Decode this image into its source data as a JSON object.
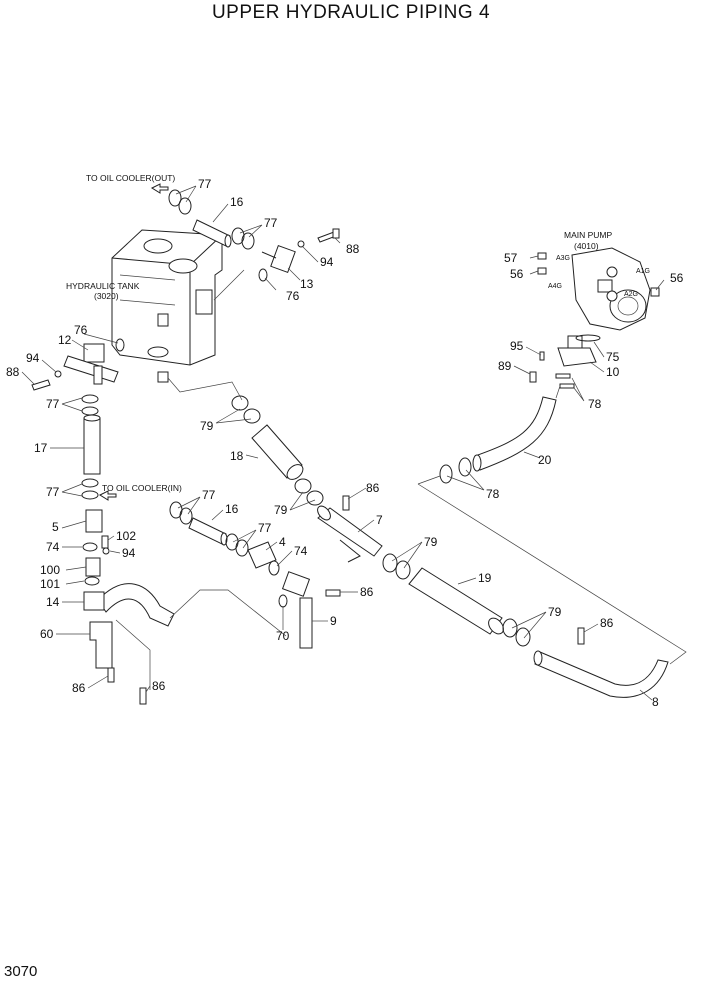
{
  "title": "UPPER HYDRAULIC PIPING 4",
  "page_number": "3070",
  "notes": {
    "to_oil_cooler_out": "TO OIL COOLER(OUT)",
    "to_oil_cooler_in": "TO OIL COOLER(IN)",
    "hydraulic_tank": "HYDRAULIC TANK",
    "hydraulic_tank_code": "(3020)",
    "main_pump": "MAIN PUMP",
    "main_pump_code": "(4010)"
  },
  "port_labels": {
    "a3g": "A3G",
    "a4g": "A4G",
    "a1g": "A1G",
    "a2g": "A2G"
  },
  "callouts": {
    "c77a": "77",
    "c16a": "16",
    "c77b": "77",
    "c88a": "88",
    "c94a": "94",
    "c13": "13",
    "c76a": "76",
    "c76b": "76",
    "c12": "12",
    "c94b": "94",
    "c88b": "88",
    "c77c": "77",
    "c17": "17",
    "c79a": "79",
    "c18": "18",
    "c77d": "77",
    "c77e": "77",
    "c16b": "16",
    "c79b": "79",
    "c86a": "86",
    "c7": "7",
    "c77f": "77",
    "c4": "4",
    "c74a": "74",
    "c79c": "79",
    "c5": "5",
    "c102": "102",
    "c74b": "74",
    "c94c": "94",
    "c100": "100",
    "c101": "101",
    "c14": "14",
    "c60": "60",
    "c86b": "86",
    "c86c": "86",
    "c70": "70",
    "c9": "9",
    "c86d": "86",
    "c19": "19",
    "c79d": "79",
    "c86e": "86",
    "c8": "8",
    "c57": "57",
    "c56a": "56",
    "c56b": "56",
    "c95": "95",
    "c75": "75",
    "c10": "10",
    "c89": "89",
    "c78a": "78",
    "c20": "20",
    "c78b": "78"
  }
}
